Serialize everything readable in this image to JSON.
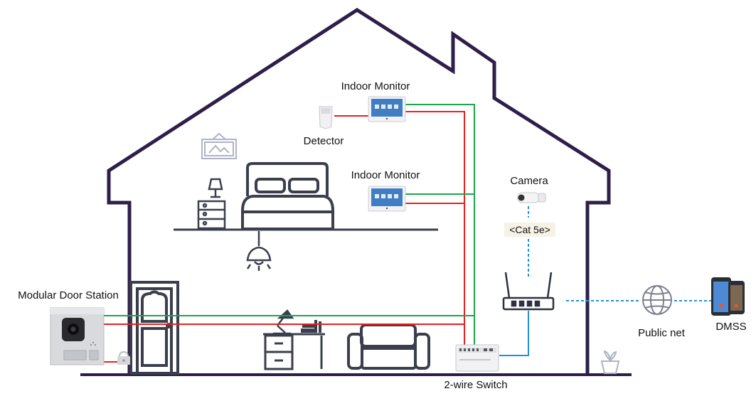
{
  "labels": {
    "indoor_monitor_1": "Indoor Monitor",
    "indoor_monitor_2": "Indoor Monitor",
    "detector": "Detector",
    "camera": "Camera",
    "cable": "<Cat 5e>",
    "door_station": "Modular Door Station",
    "switch": "2-wire Switch",
    "public_net": "Public net",
    "dmss": "DMSS"
  },
  "colors": {
    "house_outline": "#2d1f4a",
    "furniture": "#3b3f4d",
    "red_wire": "#e8201f",
    "green_wire": "#1aa64a",
    "blue_wire": "#1e90e0",
    "cable_label_bg": "#f7f2e6"
  },
  "icons": [
    "picture-frame-icon",
    "lamp-icon",
    "bed-icon",
    "ceiling-light-icon",
    "door-icon",
    "desk-icon",
    "sofa-icon",
    "plant-icon",
    "globe-icon",
    "lock-icon",
    "router-icon",
    "camera-icon",
    "phone-icon"
  ]
}
